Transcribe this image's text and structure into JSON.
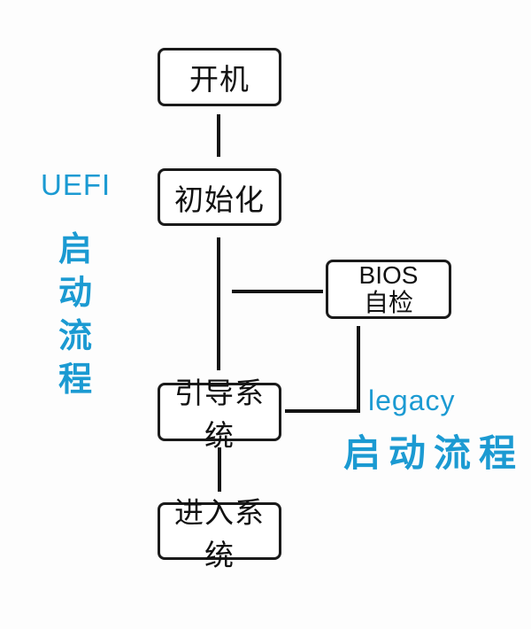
{
  "diagram": {
    "title_semantic": "UEFI vs legacy boot process flowchart",
    "nodes": [
      {
        "name": "power-on",
        "label": "开机"
      },
      {
        "name": "initialize",
        "label": "初始化"
      },
      {
        "name": "bios-post",
        "lines": [
          "BIOS",
          "自检"
        ]
      },
      {
        "name": "boot-system",
        "label": "引导系统"
      },
      {
        "name": "enter-system",
        "label": "进入系统"
      }
    ],
    "side_labels": {
      "uefi": {
        "title": "UEFI",
        "vertical_text": [
          "启",
          "动",
          "流",
          "程"
        ]
      },
      "legacy": {
        "title": "legacy",
        "subtitle": "启动流程"
      }
    },
    "colors": {
      "accent": "#1b9ad2",
      "line": "#141414",
      "box_border": "#1a1a1a",
      "background": "#fdfdfd"
    }
  }
}
